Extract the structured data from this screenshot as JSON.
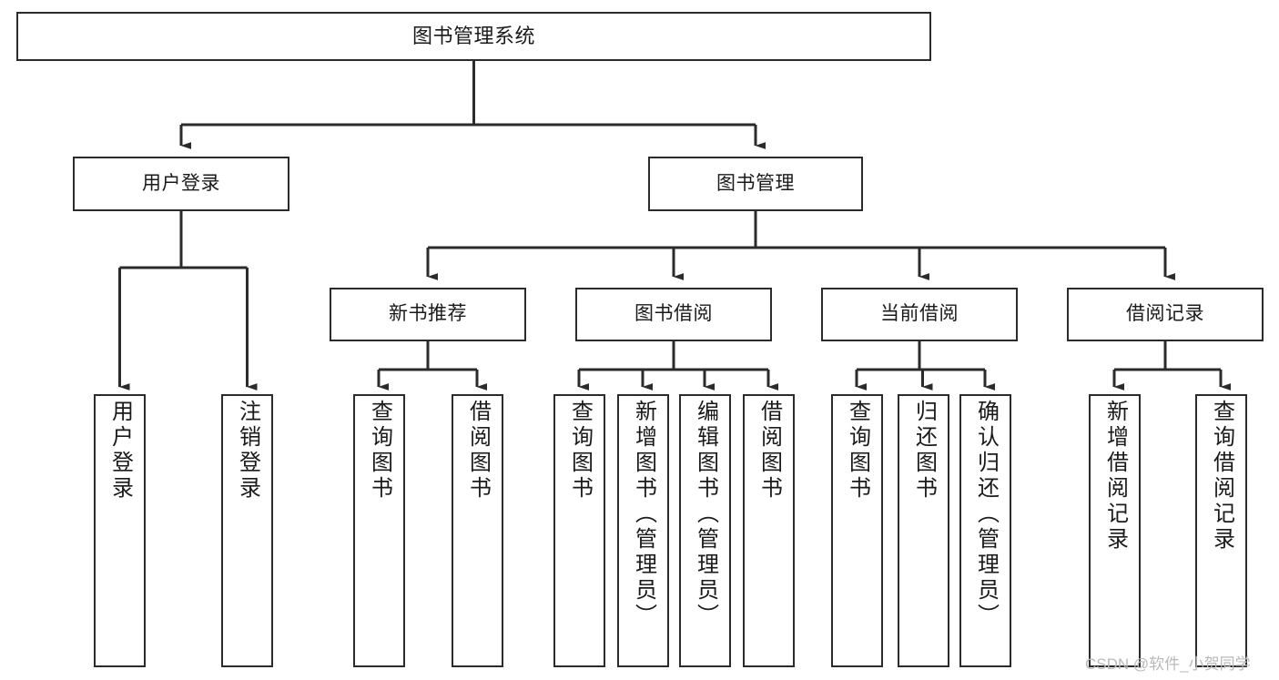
{
  "diagram": {
    "title": "图书管理系统",
    "type": "hierarchy-tree",
    "colors": {
      "box_border": "#2b2b2b",
      "box_fill": "#ffffff",
      "connector": "#2b2b2b",
      "watermark": "#b9b9b9",
      "background": "#ffffff"
    },
    "levels": {
      "root": {
        "label": "图书管理系统"
      },
      "level1": [
        {
          "id": "user-login",
          "label": "用户登录"
        },
        {
          "id": "book-management",
          "label": "图书管理"
        }
      ],
      "level2": [
        {
          "id": "new-book-recommend",
          "label": "新书推荐",
          "parent": "book-management"
        },
        {
          "id": "book-borrow",
          "label": "图书借阅",
          "parent": "book-management"
        },
        {
          "id": "current-borrow",
          "label": "当前借阅",
          "parent": "book-management"
        },
        {
          "id": "borrow-record",
          "label": "借阅记录",
          "parent": "book-management"
        }
      ],
      "leaves": [
        {
          "id": "leaf-user-login",
          "label": "用户登录",
          "parent": "user-login"
        },
        {
          "id": "leaf-user-logout",
          "label": "注销登录",
          "parent": "user-login"
        },
        {
          "id": "leaf-query-book-1",
          "label": "查询图书",
          "parent": "new-book-recommend"
        },
        {
          "id": "leaf-borrow-book-1",
          "label": "借阅图书",
          "parent": "new-book-recommend"
        },
        {
          "id": "leaf-query-book-2",
          "label": "查询图书",
          "parent": "book-borrow"
        },
        {
          "id": "leaf-add-book",
          "label": "新增图书（管理员）",
          "parent": "book-borrow"
        },
        {
          "id": "leaf-edit-book",
          "label": "编辑图书（管理员）",
          "parent": "book-borrow"
        },
        {
          "id": "leaf-borrow-book-2",
          "label": "借阅图书",
          "parent": "book-borrow"
        },
        {
          "id": "leaf-query-book-3",
          "label": "查询图书",
          "parent": "current-borrow"
        },
        {
          "id": "leaf-return-book",
          "label": "归还图书",
          "parent": "current-borrow"
        },
        {
          "id": "leaf-confirm-return",
          "label": "确认归还（管理员）",
          "parent": "current-borrow"
        },
        {
          "id": "leaf-add-record",
          "label": "新增借阅记录",
          "parent": "borrow-record"
        },
        {
          "id": "leaf-query-record",
          "label": "查询借阅记录",
          "parent": "borrow-record"
        }
      ]
    }
  },
  "watermark": {
    "text": "CSDN @软件_小贺同学"
  }
}
